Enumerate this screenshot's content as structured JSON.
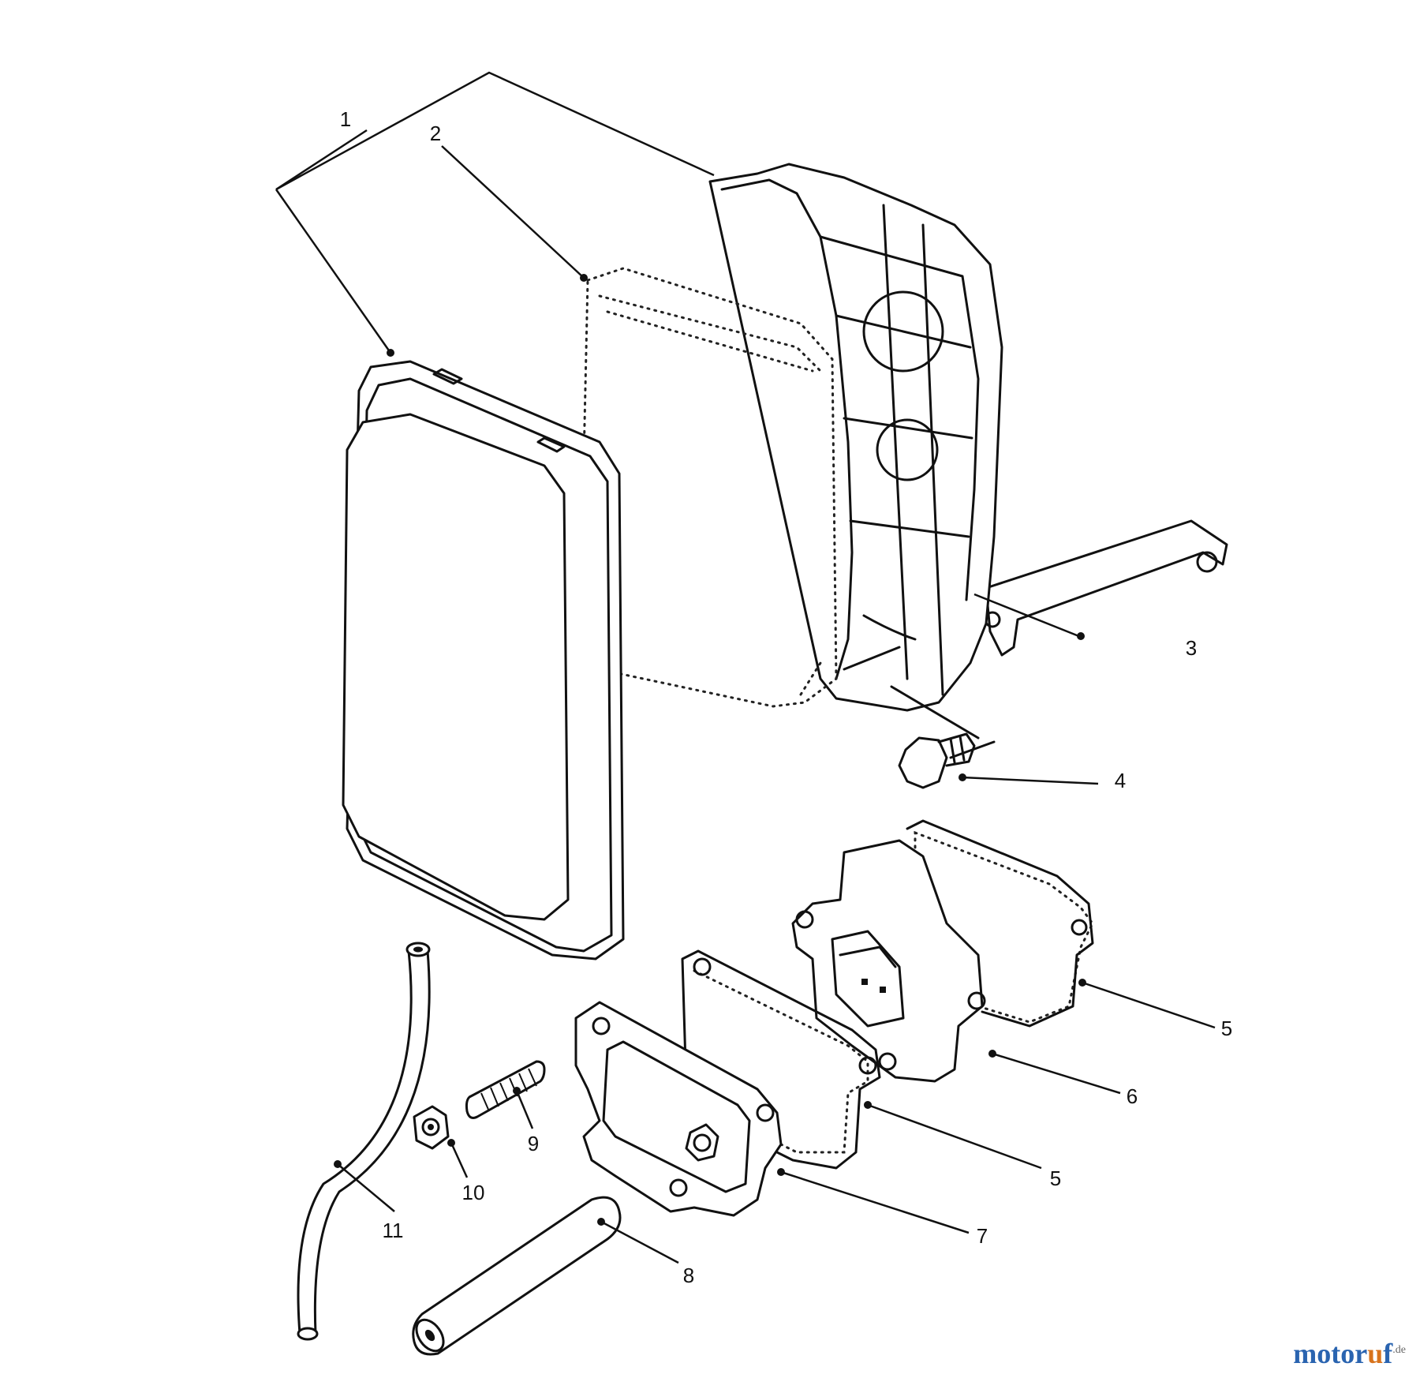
{
  "callouts": {
    "c1": "1",
    "c2": "2",
    "c3": "3",
    "c4": "4",
    "c5a": "5",
    "c5b": "5",
    "c6": "6",
    "c7": "7",
    "c8": "8",
    "c9": "9",
    "c10": "10",
    "c11": "11"
  },
  "watermark": {
    "part1": "motor",
    "part2": "u",
    "part3": "f",
    "tld": ".de"
  }
}
